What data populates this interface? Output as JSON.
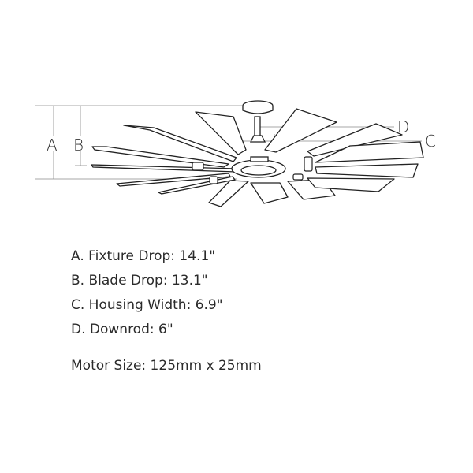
{
  "diagram": {
    "labels": {
      "a": "A",
      "b": "B",
      "c": "C",
      "d": "D"
    }
  },
  "specs": [
    {
      "label": "A. Fixture Drop: 14.1\""
    },
    {
      "label": "B. Blade Drop: 13.1\""
    },
    {
      "label": "C. Housing Width: 6.9\""
    },
    {
      "label": "D. Downrod: 6\""
    }
  ],
  "motor": {
    "label": "Motor Size: 125mm x 25mm"
  },
  "colors": {
    "line": "#333333",
    "dimension_line": "#8a8a8a",
    "text": "#2a2a2a"
  }
}
